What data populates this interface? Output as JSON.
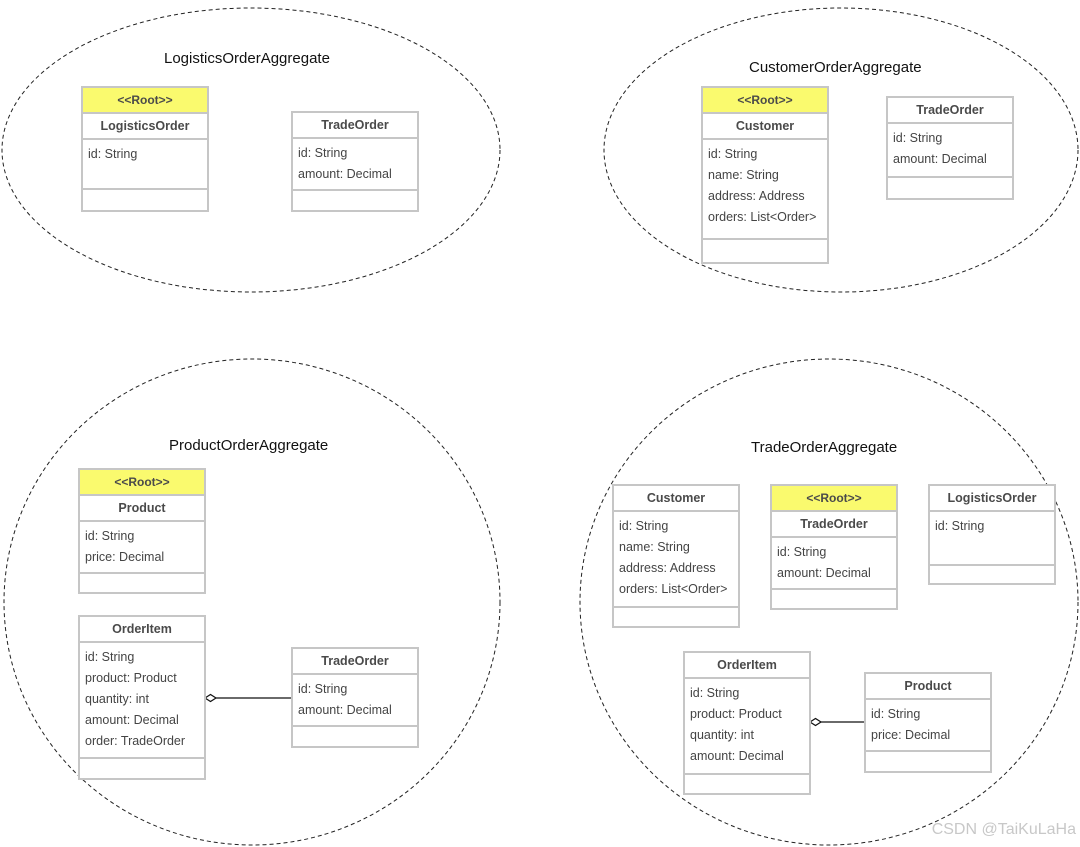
{
  "aggregates": [
    {
      "title": "LogisticsOrderAggregate",
      "classes": [
        {
          "stereotype": "<<Root>>",
          "name": "LogisticsOrder",
          "attributes": [
            "id: String"
          ]
        },
        {
          "name": "TradeOrder",
          "attributes": [
            "id: String",
            "amount: Decimal"
          ]
        }
      ]
    },
    {
      "title": "CustomerOrderAggregate",
      "classes": [
        {
          "stereotype": "<<Root>>",
          "name": "Customer",
          "attributes": [
            "id: String",
            "name: String",
            "address: Address",
            "orders: List<Order>"
          ]
        },
        {
          "name": "TradeOrder",
          "attributes": [
            "id: String",
            "amount: Decimal"
          ]
        }
      ]
    },
    {
      "title": "ProductOrderAggregate",
      "classes": [
        {
          "stereotype": "<<Root>>",
          "name": "Product",
          "attributes": [
            "id: String",
            "price: Decimal"
          ]
        },
        {
          "name": "OrderItem",
          "attributes": [
            "id: String",
            "product: Product",
            "quantity: int",
            "amount: Decimal",
            "order: TradeOrder"
          ]
        },
        {
          "name": "TradeOrder",
          "attributes": [
            "id: String",
            "amount: Decimal"
          ]
        }
      ]
    },
    {
      "title": "TradeOrderAggregate",
      "classes": [
        {
          "name": "Customer",
          "attributes": [
            "id: String",
            "name: String",
            "address: Address",
            "orders: List<Order>"
          ]
        },
        {
          "stereotype": "<<Root>>",
          "name": "TradeOrder",
          "attributes": [
            "id: String",
            "amount: Decimal"
          ]
        },
        {
          "name": "LogisticsOrder",
          "attributes": [
            "id: String"
          ]
        },
        {
          "name": "OrderItem",
          "attributes": [
            "id: String",
            "product: Product",
            "quantity: int",
            "amount: Decimal"
          ]
        },
        {
          "name": "Product",
          "attributes": [
            "id: String",
            "price: Decimal"
          ]
        }
      ]
    }
  ],
  "watermark": "CSDN @TaiKuLaHa"
}
